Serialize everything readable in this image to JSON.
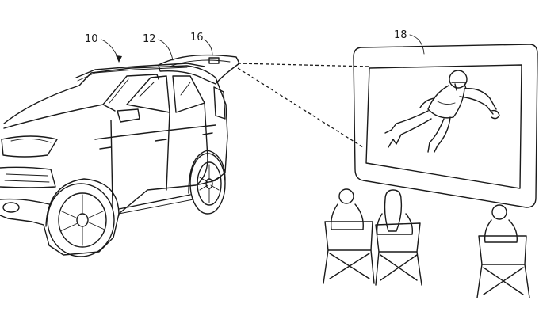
{
  "labels": {
    "vehicle": "10",
    "liftgate": "12",
    "projector": "16",
    "screen": "18"
  },
  "colors": {
    "ink": "#1a1a1a",
    "background": "#ffffff"
  }
}
